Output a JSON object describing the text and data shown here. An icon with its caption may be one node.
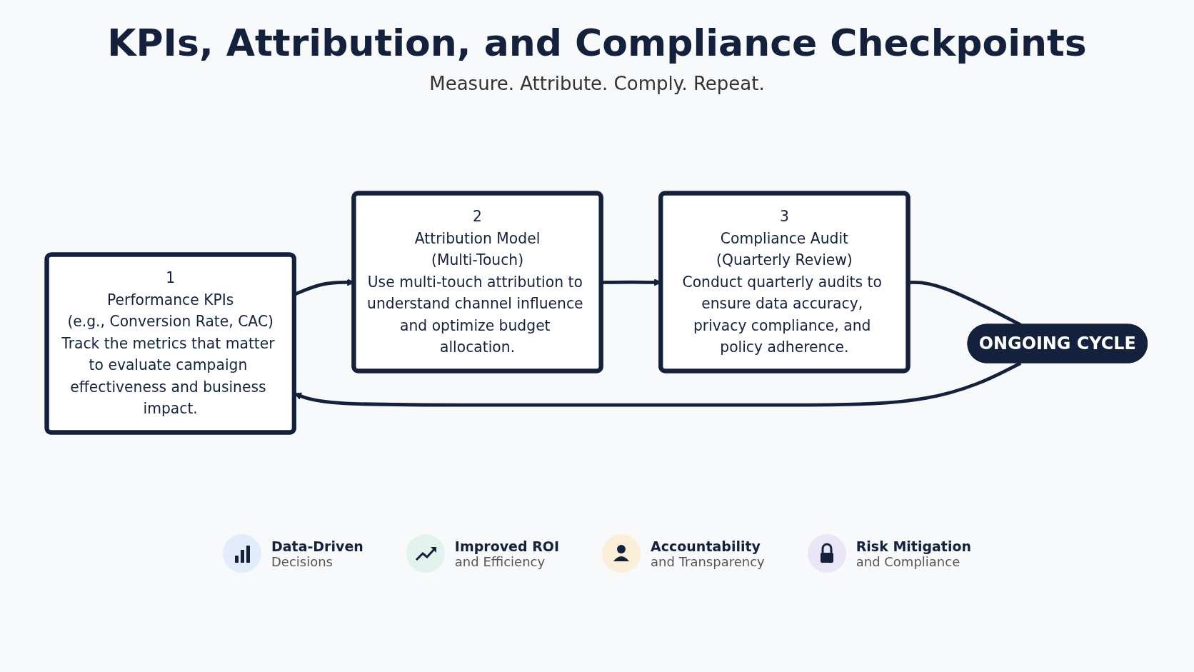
{
  "diagram": {
    "title": "KPIs, Attribution, and Compliance Checkpoints",
    "nodes": [
      {
        "text": [
          "1",
          "Performance KPIs",
          "(e.g., Conversion Rate, CAC)",
          "Track the metrics that matter to evaluate campaign effectiveness and business impact."
        ]
      },
      {
        "text": [
          "2",
          "Attribution Model",
          "(Multi-Touch)",
          "Use multi-touch attribution to understand channel influence and optimize budget allocation."
        ]
      },
      {
        "text": [
          "3",
          "Compliance Audit",
          "(Quarterly Review)",
          "Conduct quarterly audits to ensure data accuracy, privacy compliance, and policy adherence."
        ]
      },
      {
        "text": [
          "ONGOING CYCLE"
        ]
      }
    ],
    "edges": [
      {
        "from": 0,
        "to": 1,
        "arrow": "to"
      },
      {
        "from": 1,
        "to": 2,
        "arrow": "to"
      },
      {
        "from": 2,
        "to": 3,
        "arrow": "none"
      },
      {
        "from": 3,
        "to": 0,
        "arrow": "to"
      }
    ],
    "labels": [
      "Measure. Attribute. Comply. Repeat.",
      "Data-Driven",
      "Decisions",
      "Improved ROI",
      "and Efficiency",
      "Accountability",
      "and Transparency",
      "Risk Mitigation",
      "and Compliance"
    ]
  }
}
